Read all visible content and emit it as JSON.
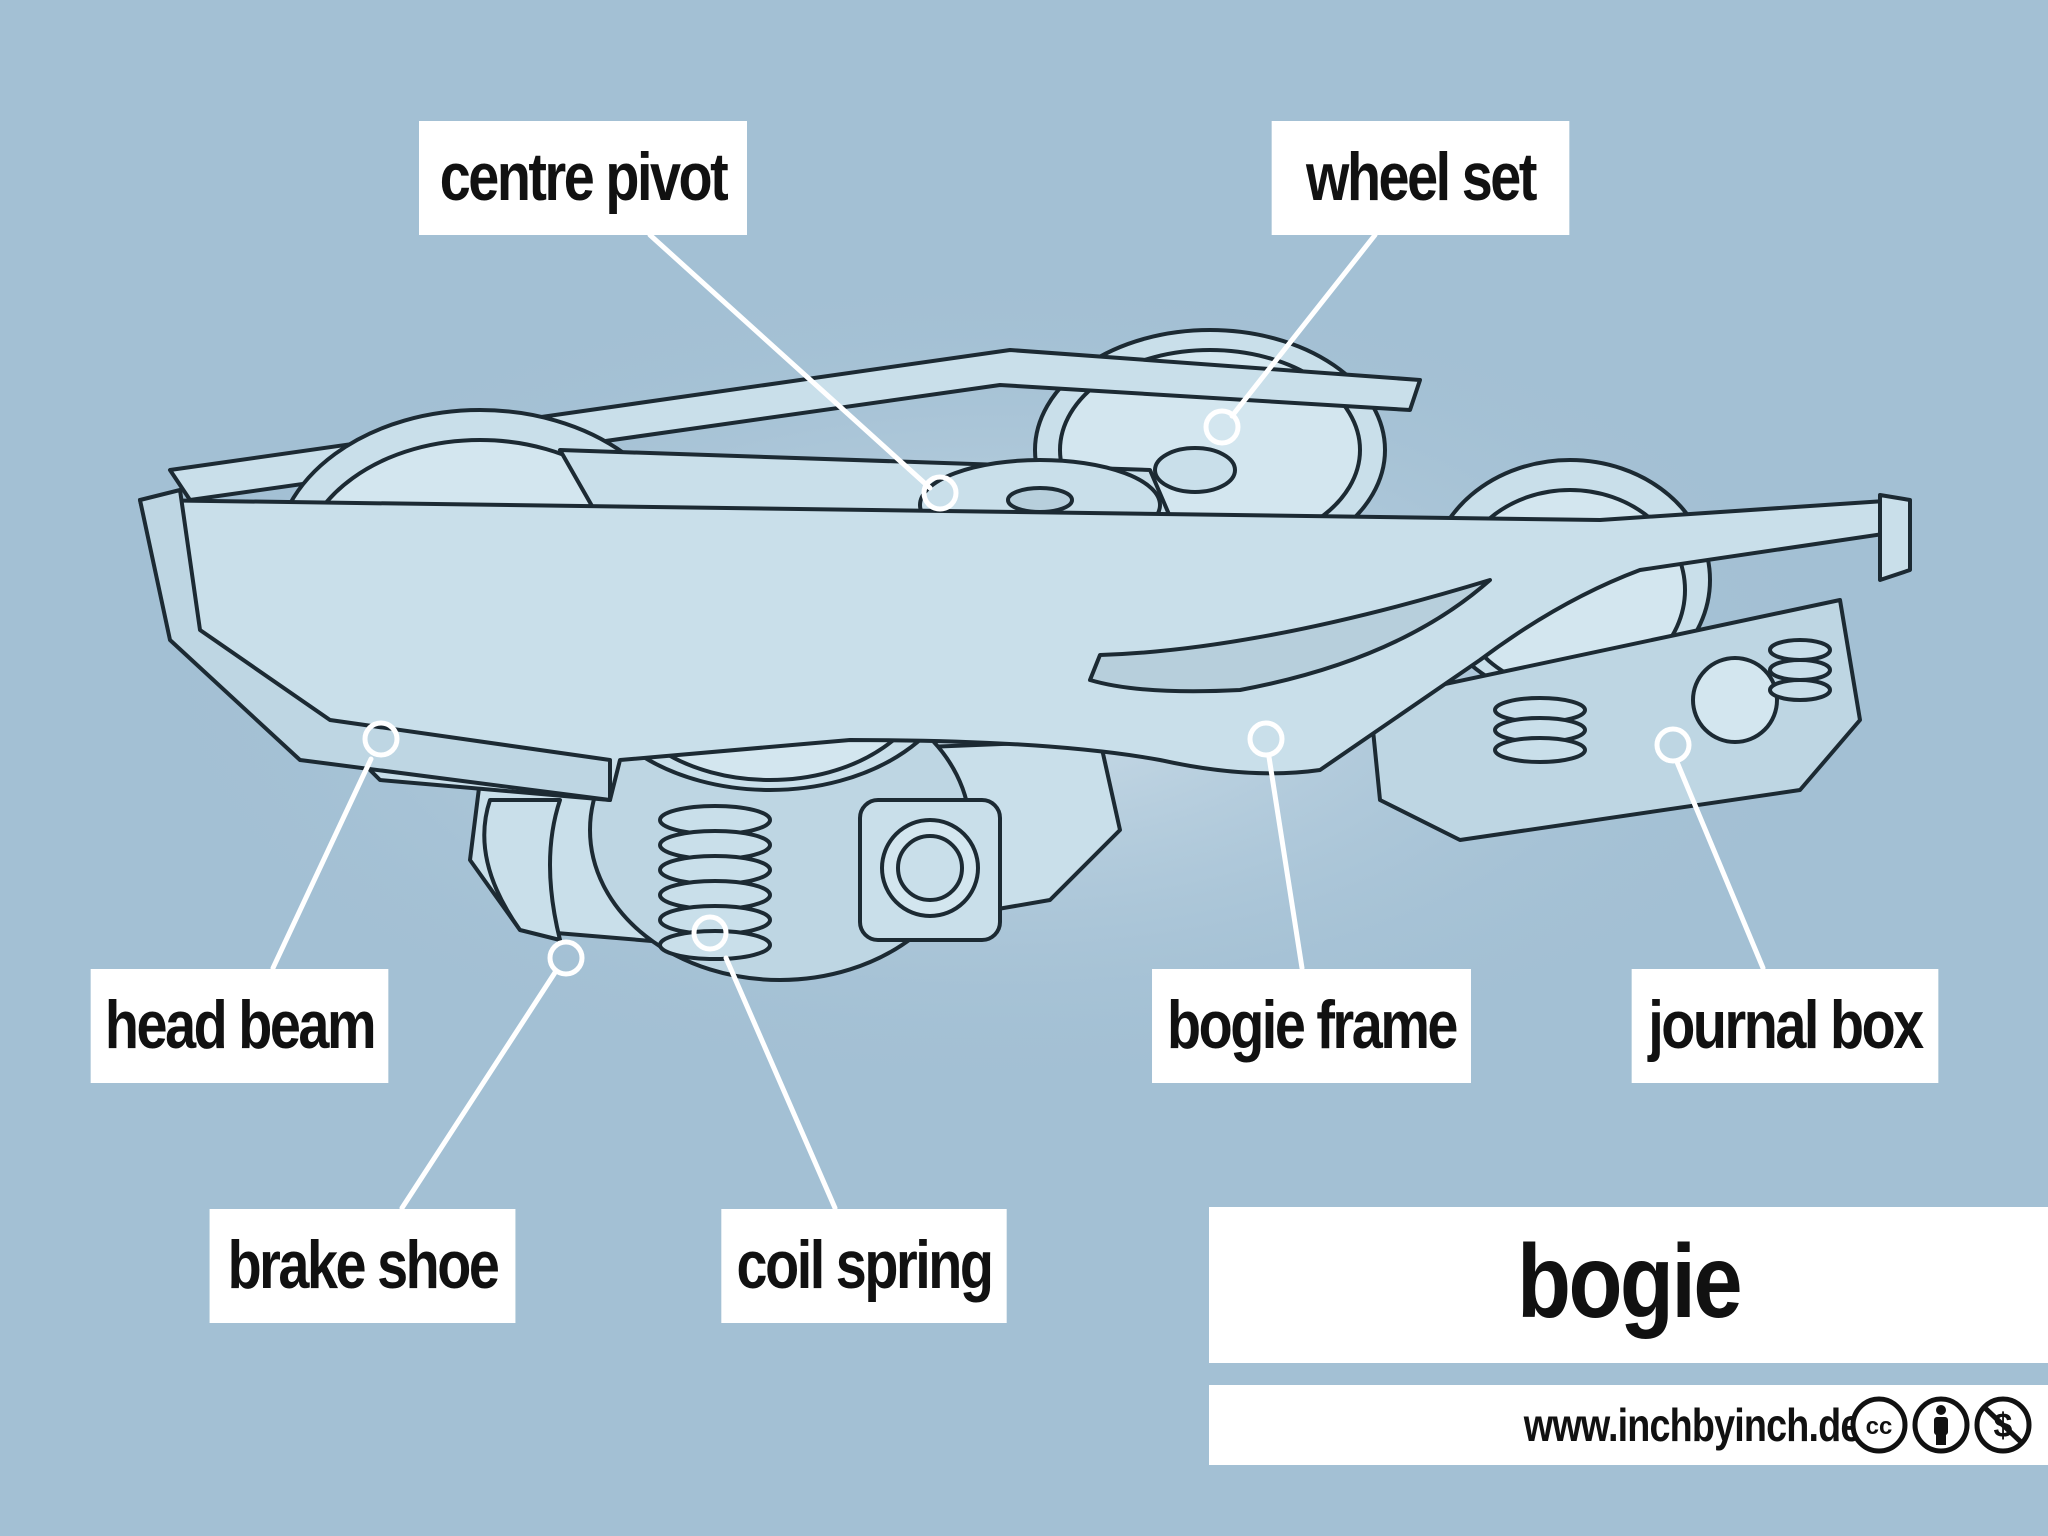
{
  "title": "bogie",
  "website": "www.inchbyinch.de",
  "license_icons": [
    "cc-icon",
    "attribution-icon",
    "non-commercial-icon"
  ],
  "colors": {
    "background": "#a3c0d4",
    "label_background": "#ffffff",
    "leader_line": "#ffffff",
    "illustration_fill": "#c9dfea",
    "outline": "#1c2a33"
  },
  "labels": {
    "centre_pivot": "centre pivot",
    "wheel_set": "wheel set",
    "head_beam": "head beam",
    "bogie_frame": "bogie frame",
    "journal_box": "journal box",
    "brake_shoe": "brake shoe",
    "coil_spring": "coil spring"
  }
}
